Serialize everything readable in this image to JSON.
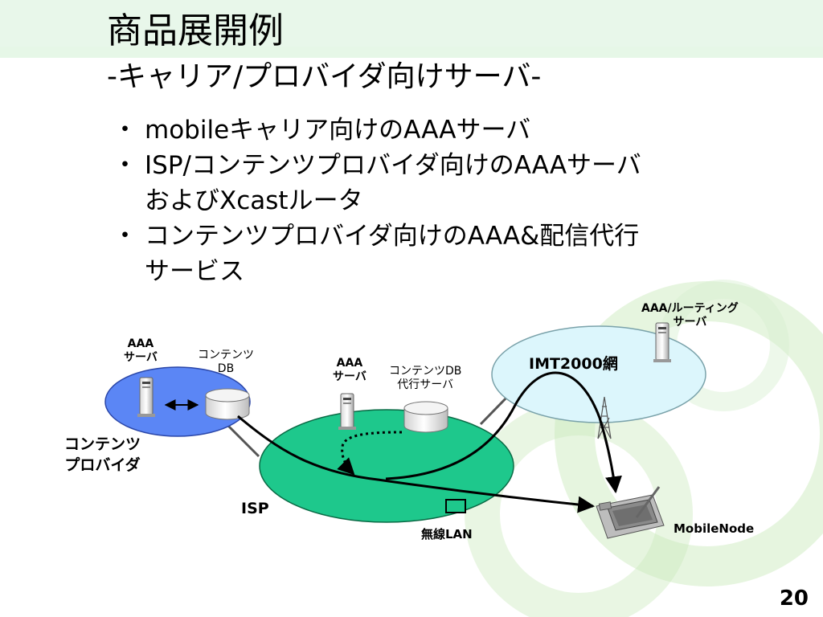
{
  "slide": {
    "title": "商品展開例",
    "subtitle": "-キャリア/プロバイダ向けサーバ-",
    "page_number": "20"
  },
  "bullets": [
    {
      "marker": "・",
      "lines": [
        "mobileキャリア向けのAAAサーバ"
      ]
    },
    {
      "marker": "・",
      "lines": [
        "ISP/コンテンツプロバイダ向けのAAAサーバ",
        "およびXcastルータ"
      ]
    },
    {
      "marker": "・",
      "lines": [
        "コンテンツプロバイダ向けのAAA&配信代行",
        "サービス"
      ]
    }
  ],
  "diagram": {
    "labels": {
      "aaa_routing_server": [
        "AAA/ルーティング",
        "サーバ"
      ],
      "imt2000": "IMT2000網",
      "content_aaa_server": [
        "AAA",
        "サーバ"
      ],
      "content_db": [
        "コンテンツ",
        "DB"
      ],
      "isp_aaa_server": [
        "AAA",
        "サーバ"
      ],
      "content_db_proxy": [
        "コンテンツDB",
        "代行サーバ"
      ],
      "content_provider": [
        "コンテンツ",
        "プロバイダ"
      ],
      "isp": "ISP",
      "wireless_lan": "無線LAN",
      "mobile_node": "MobileNode"
    },
    "colors": {
      "content_provider_network": "#5b86f5",
      "isp_network": "#1ec88c",
      "imt2000_network": "#dcf6fc",
      "wireless_lan_ap": "#1ec88c",
      "decor_green": "#c8e8b8"
    }
  }
}
